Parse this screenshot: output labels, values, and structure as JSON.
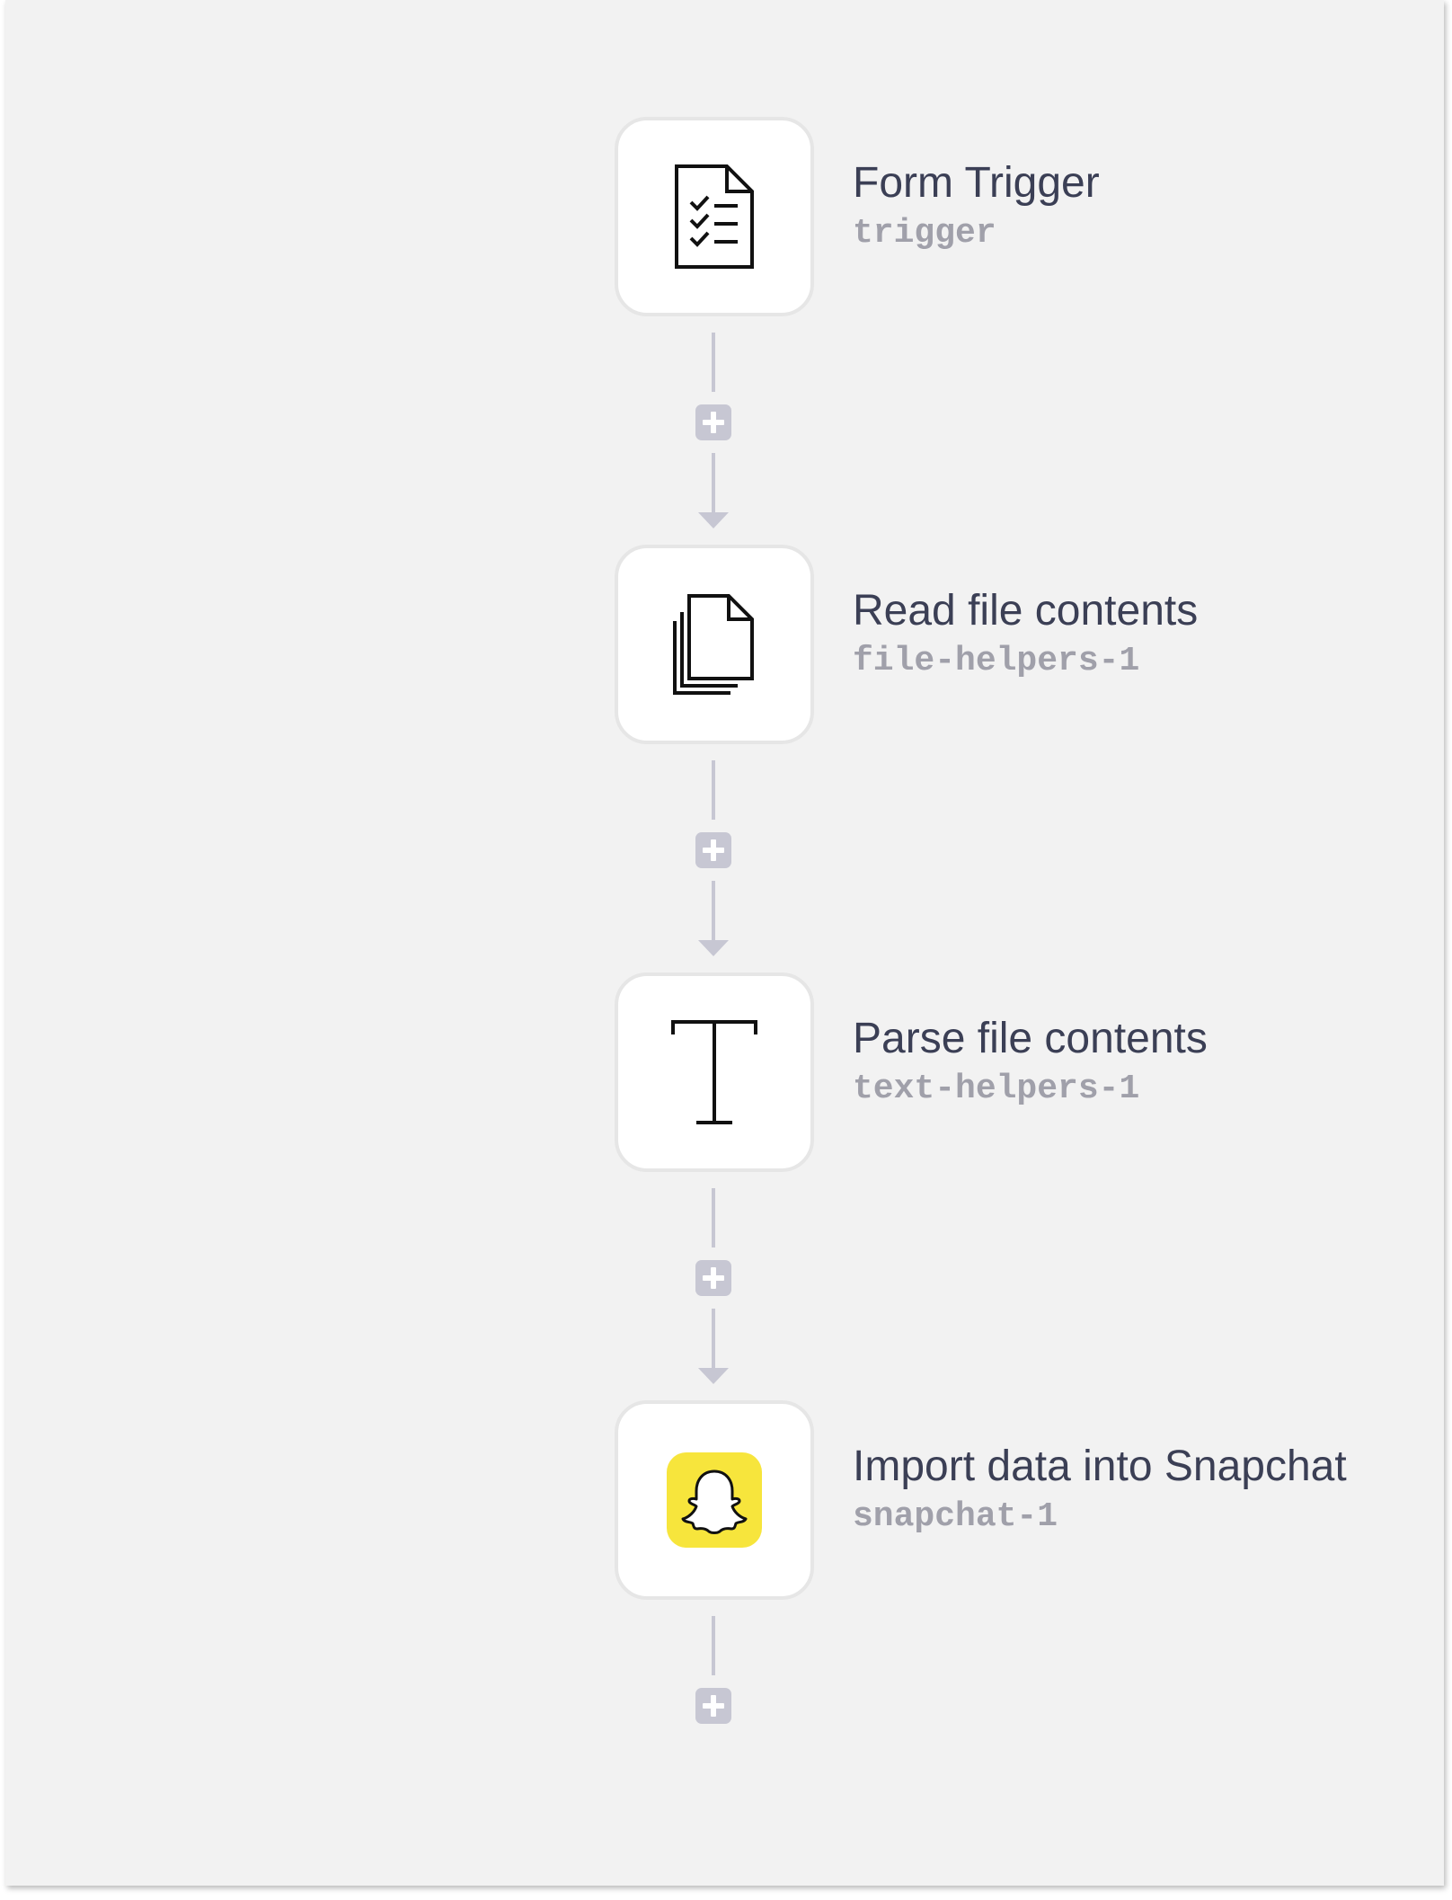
{
  "workflow": {
    "steps": [
      {
        "title": "Form Trigger",
        "key": "trigger",
        "icon": "form-checklist-icon"
      },
      {
        "title": "Read file contents",
        "key": "file-helpers-1",
        "icon": "documents-icon"
      },
      {
        "title": "Parse file contents",
        "key": "text-helpers-1",
        "icon": "text-t-icon"
      },
      {
        "title": "Import data into Snapchat",
        "key": "snapchat-1",
        "icon": "snapchat-ghost-icon"
      }
    ]
  },
  "colors": {
    "canvas_bg": "#f2f2f2",
    "node_bg": "#ffffff",
    "node_border": "#e6e6e6",
    "connector": "#c7c7d3",
    "title_text": "#3b3f55",
    "key_text": "#a0a0aa",
    "snapchat_yellow": "#f7e53c"
  }
}
